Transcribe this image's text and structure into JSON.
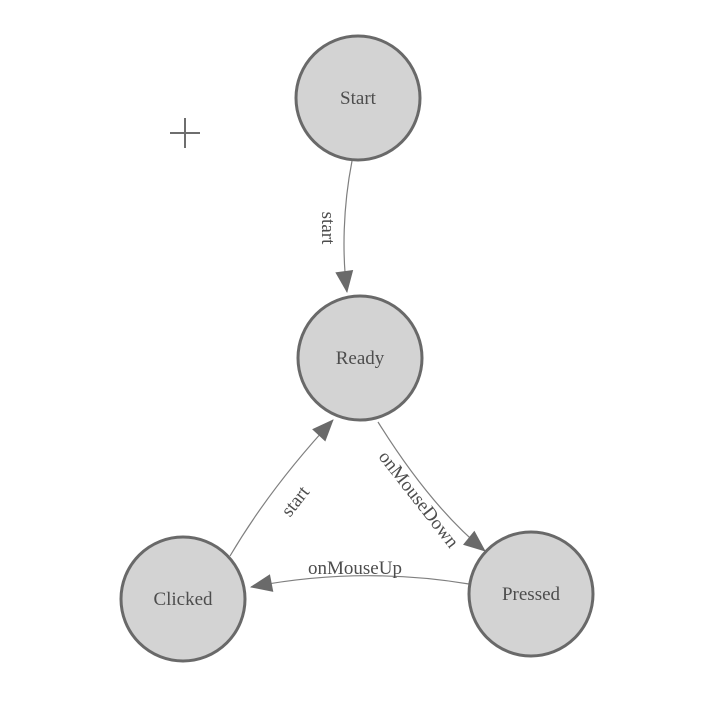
{
  "diagram": {
    "type": "state-machine",
    "background": "#ffffff",
    "nodes": [
      {
        "id": "start",
        "label": "Start"
      },
      {
        "id": "ready",
        "label": "Ready"
      },
      {
        "id": "clicked",
        "label": "Clicked"
      },
      {
        "id": "pressed",
        "label": "Pressed"
      }
    ],
    "edges": [
      {
        "from": "Start",
        "to": "Ready",
        "label": "start"
      },
      {
        "from": "Ready",
        "to": "Pressed",
        "label": "onMouseDown"
      },
      {
        "from": "Pressed",
        "to": "Clicked",
        "label": "onMouseUp"
      },
      {
        "from": "Clicked",
        "to": "Ready",
        "label": "start"
      }
    ],
    "colors": {
      "node_fill": "#d3d3d3",
      "node_border": "#696969",
      "edge_line": "#7f7f7f",
      "arrowhead": "#6a6a6a",
      "label_text": "#4d4d4d"
    },
    "icons": [
      {
        "name": "crosshair-cursor-icon"
      }
    ]
  }
}
